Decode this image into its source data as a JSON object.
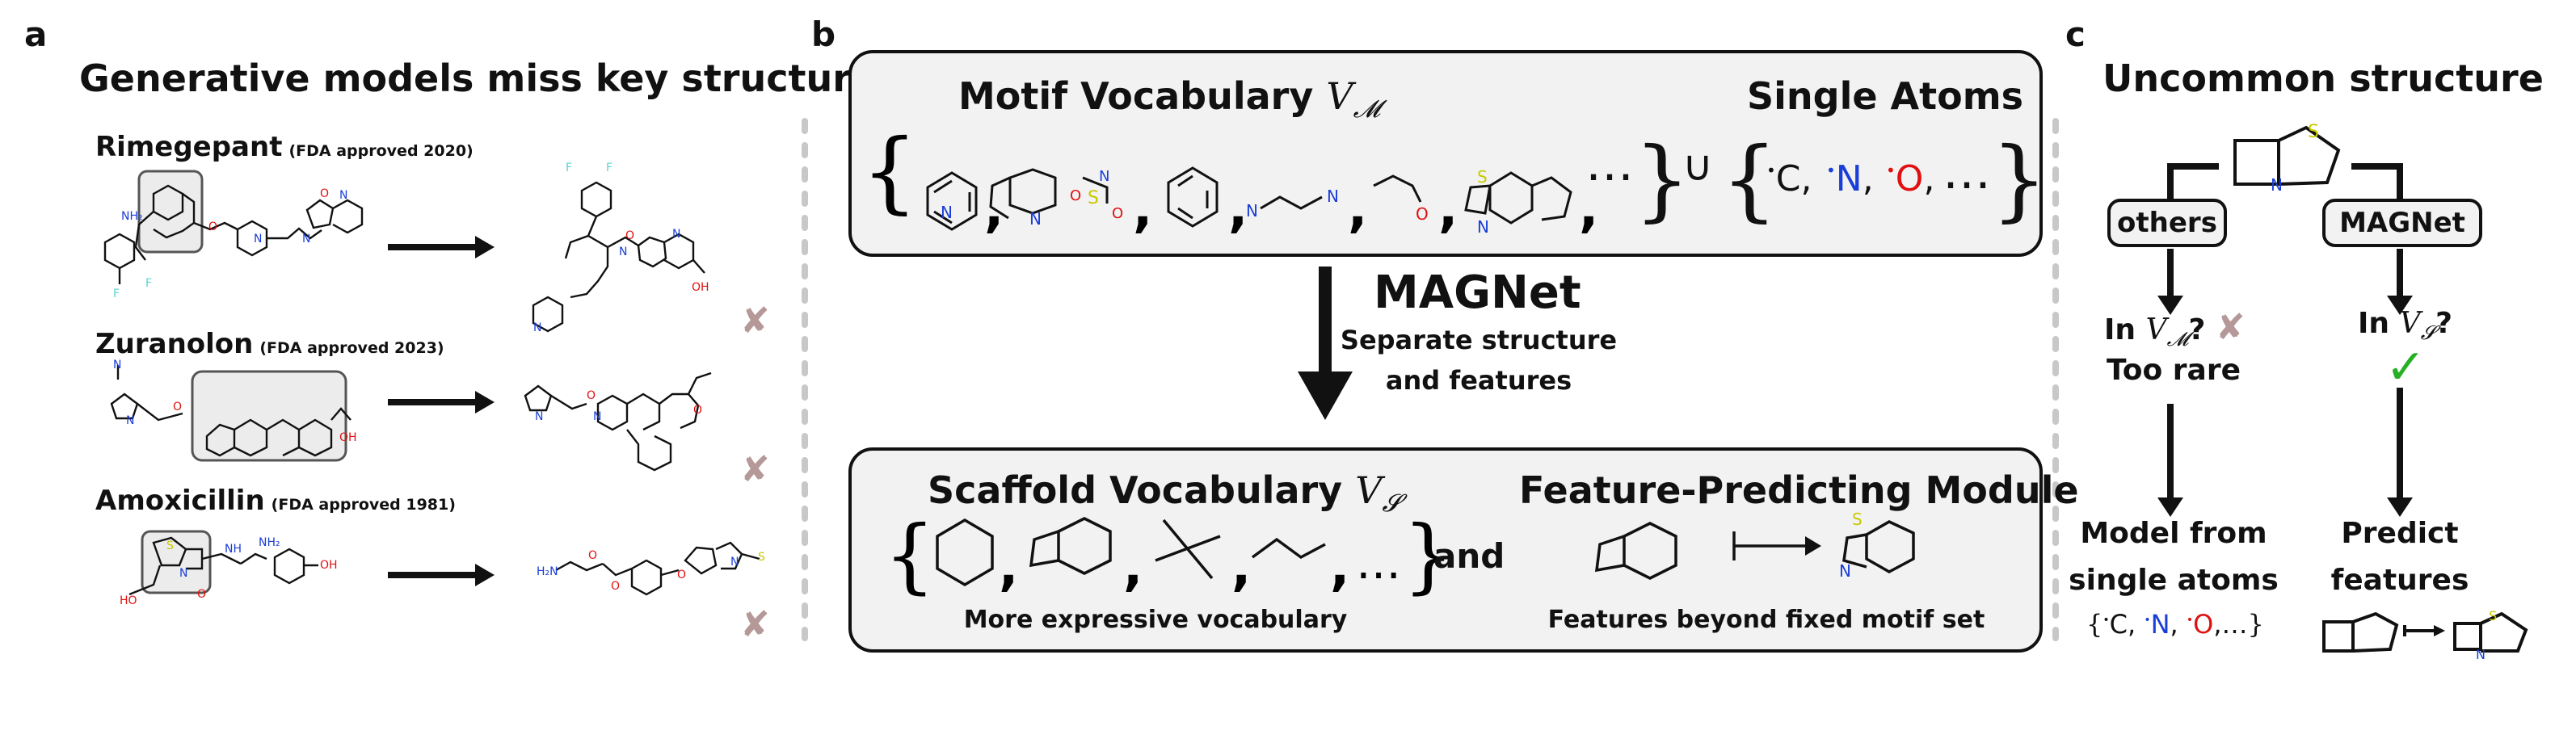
{
  "panel_a": {
    "letter": "a",
    "title": "Generative models miss key structures",
    "molecules": [
      {
        "name": "Rimegepant",
        "note": "(FDA approved 2020)"
      },
      {
        "name": "Zuranolon",
        "note": "(FDA approved 2023)"
      },
      {
        "name": "Amoxicillin",
        "note": "(FDA approved 1981)"
      }
    ],
    "fail_mark": "✘"
  },
  "panel_b": {
    "letter": "b",
    "motif_title": "Motif Vocabulary",
    "motif_symbol": "V",
    "motif_sub": "𝓜",
    "single_atoms_title": "Single Atoms",
    "atoms": [
      "C",
      "N",
      "O"
    ],
    "ellipsis": "…",
    "union": "∪",
    "magnet_title": "MAGNet",
    "magnet_sub1": "Separate structure",
    "magnet_sub2": "and features",
    "scaffold_title": "Scaffold Vocabulary",
    "scaffold_symbol": "V",
    "scaffold_sub": "𝓢",
    "and_label": "and",
    "scaffold_caption": "More expressive vocabulary",
    "feature_title": "Feature-Predicting Module",
    "feature_caption": "Features beyond fixed motif set"
  },
  "panel_c": {
    "letter": "c",
    "title": "Uncommon structure",
    "left_tag": "others",
    "right_tag": "MAGNet",
    "left_q_prefix": "In",
    "left_q_sub": "𝓜",
    "left_q_suffix": "?",
    "left_fail": "✘",
    "too_rare": "Too rare",
    "right_q_prefix": "In",
    "right_q_sub": "𝓢",
    "right_q_suffix": "?",
    "right_ok": "✓",
    "left_result1": "Model from",
    "left_result2": "single atoms",
    "right_result1": "Predict",
    "right_result2": "features"
  },
  "colors": {
    "nitrogen": "#1a3ed8",
    "oxygen": "#e01010",
    "sulfur": "#c8c800",
    "fluorine": "#5ad2d2",
    "fail": "#b59898",
    "check": "#26b026",
    "box_fill": "#f2f2f2"
  }
}
